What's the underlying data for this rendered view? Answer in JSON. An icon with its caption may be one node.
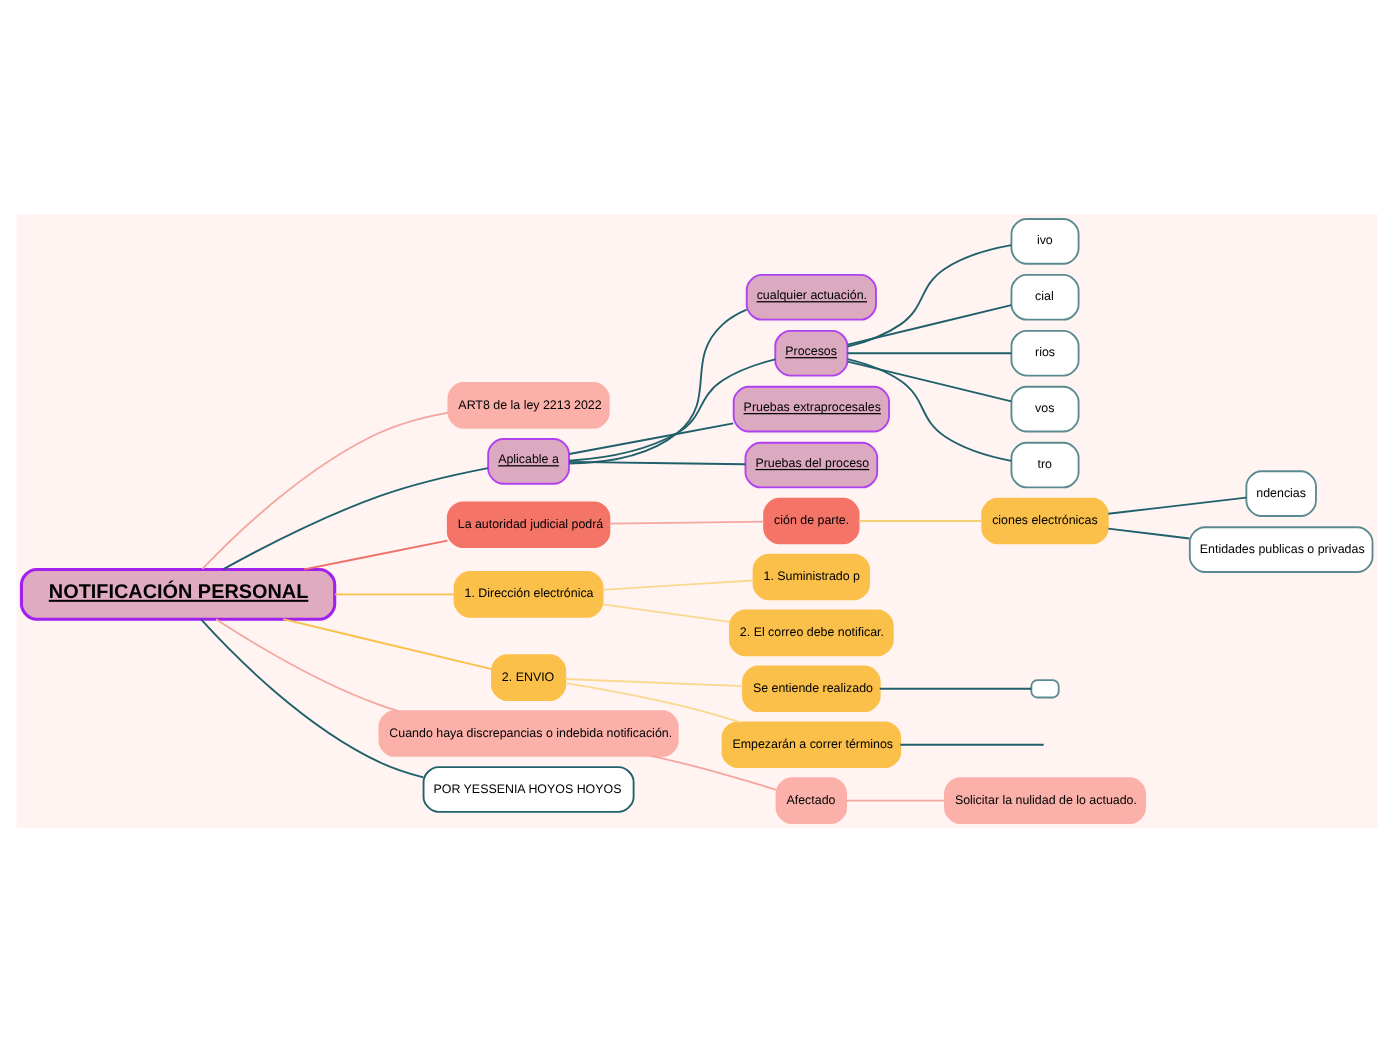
{
  "diagram": {
    "nodes": [
      {
        "text": [
          "NOTIFICACIÓN PERSONAL"
        ]
      },
      {
        "text": [
          "ART8 de la ley 2213 2022"
        ]
      },
      {
        "text": [
          "Aplicable a"
        ]
      },
      {
        "text": [
          "cualquier actuación."
        ]
      },
      {
        "text": [
          "Procesos"
        ]
      },
      {
        "text": [
          "ivo"
        ]
      },
      {
        "text": [
          "cial"
        ]
      },
      {
        "text": [
          "rios"
        ]
      },
      {
        "text": [
          "vos"
        ]
      },
      {
        "text": [
          "tro"
        ]
      },
      {
        "text": [
          "Pruebas extraprocesales"
        ]
      },
      {
        "text": [
          "Pruebas del proceso"
        ]
      },
      {
        "text": [
          "La autoridad judicial podrá"
        ]
      },
      {
        "text": [
          "ción de parte."
        ]
      },
      {
        "text": [
          "ciones electrónicas"
        ]
      },
      {
        "text": [
          "ndencias"
        ]
      },
      {
        "text": [
          "Entidades publicas o privadas"
        ]
      },
      {
        "text": [
          "1. Dirección electrónica"
        ]
      },
      {
        "text": [
          "1. Suministrado p"
        ]
      },
      {
        "text": [
          "2. El correo debe notificar."
        ]
      },
      {
        "text": [
          "2. ENVIO"
        ]
      },
      {
        "text": [
          "Se entiende realizado"
        ]
      },
      {
        "text": [],
        "shape": "box"
      },
      {
        "text": [
          "Empezarán a correr términos"
        ]
      },
      {
        "text": [
          "Cuando haya discrepancias o indebida notificación."
        ]
      },
      {
        "text": [
          "Afectado"
        ]
      },
      {
        "text": [
          "Solicitar la nulidad de lo actuado."
        ]
      },
      {
        "text": [
          "POR YESSENIA HOYOS HOYOS"
        ]
      }
    ],
    "edges": [
      {
        "from": 0,
        "to": 1,
        "arrow": "none",
        "color": "#f4a6a0"
      },
      {
        "from": 0,
        "to": 2,
        "arrow": "none"
      },
      {
        "from": 2,
        "to": 3,
        "arrow": "none"
      },
      {
        "from": 2,
        "to": 4,
        "arrow": "none"
      },
      {
        "from": 4,
        "to": 5,
        "arrow": "none"
      },
      {
        "from": 4,
        "to": 6,
        "arrow": "none"
      },
      {
        "from": 4,
        "to": 7,
        "arrow": "none"
      },
      {
        "from": 4,
        "to": 8,
        "arrow": "none"
      },
      {
        "from": 4,
        "to": 9,
        "arrow": "none"
      },
      {
        "from": 2,
        "to": 10,
        "arrow": "none"
      },
      {
        "from": 2,
        "to": 11,
        "arrow": "none"
      },
      {
        "from": 0,
        "to": 12,
        "arrow": "none",
        "color": "#f07068"
      },
      {
        "from": 12,
        "to": 13,
        "arrow": "none",
        "color": "#f4a6a0"
      },
      {
        "from": 13,
        "to": 14,
        "arrow": "none",
        "color": "#f5d070"
      },
      {
        "from": 14,
        "to": 15,
        "arrow": "none"
      },
      {
        "from": 14,
        "to": 16,
        "arrow": "none"
      },
      {
        "from": 0,
        "to": 17,
        "arrow": "none",
        "color": "#fbc04a"
      },
      {
        "from": 17,
        "to": 18,
        "arrow": "none",
        "color": "#fbd890"
      },
      {
        "from": 17,
        "to": 19,
        "arrow": "none",
        "color": "#fbd890"
      },
      {
        "from": 0,
        "to": 20,
        "arrow": "none",
        "color": "#fbc04a"
      },
      {
        "from": 20,
        "to": 21,
        "arrow": "none",
        "color": "#fbd890"
      },
      {
        "from": 20,
        "to": 23,
        "arrow": "none",
        "color": "#fbd890"
      },
      {
        "from": 21,
        "to": 22,
        "arrow": "none"
      },
      {
        "from": 23,
        "to": null,
        "arrow": "none"
      },
      {
        "from": 0,
        "to": 24,
        "arrow": "none",
        "color": "#f4a6a0"
      },
      {
        "from": 24,
        "to": 25,
        "arrow": "none",
        "color": "#f4a6a0"
      },
      {
        "from": 25,
        "to": 26,
        "arrow": "none",
        "color": "#f4a6a0"
      },
      {
        "from": 0,
        "to": 27,
        "arrow": "none"
      }
    ]
  }
}
